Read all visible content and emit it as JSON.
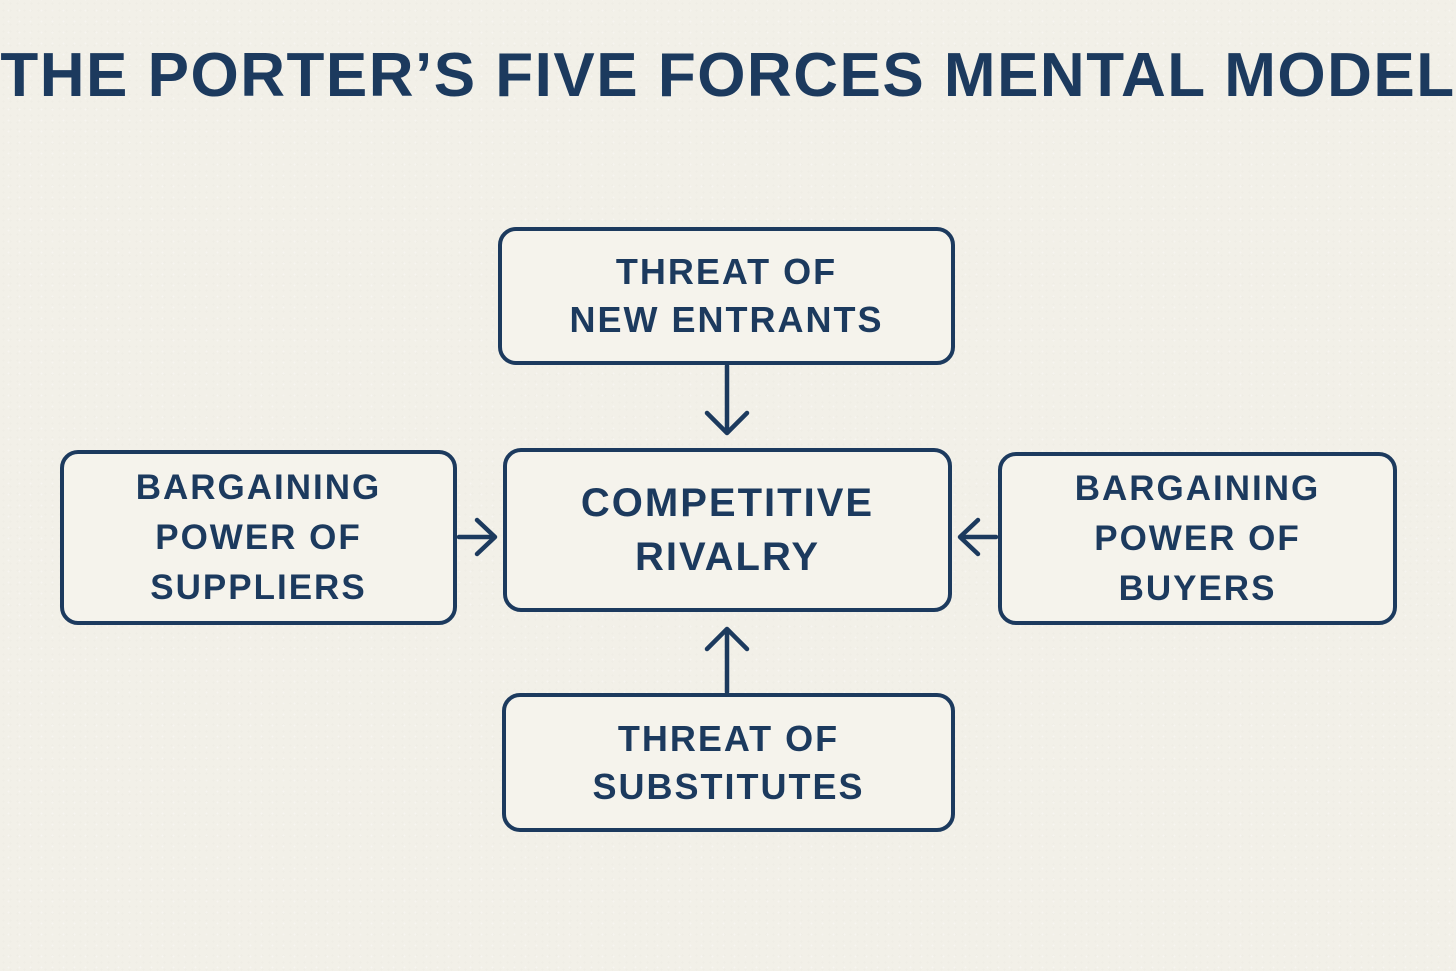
{
  "colors": {
    "background": "#f2f0e8",
    "ink": "#1c3a5e",
    "box_fill": "#f5f3ec"
  },
  "title": {
    "line1": "THE PORTER’S FIVE FORCES",
    "line2": "MENTAL MODEL"
  },
  "boxes": {
    "threat_new_entrants": {
      "line1": "THREAT OF",
      "line2": "NEW ENTRANTS"
    },
    "bargaining_suppliers": {
      "line1": "BARGAINING",
      "line2": "POWER OF",
      "line3": "SUPPLIERS"
    },
    "competitive_rivalry": {
      "line1": "COMPETITIVE",
      "line2": "RIVALRY"
    },
    "bargaining_buyers": {
      "line1": "BARGAINING",
      "line2": "POWER OF",
      "line3": "BUYERS"
    },
    "threat_substitutes": {
      "line1": "THREAT OF",
      "line2": "SUBSTITUTES"
    }
  },
  "arrows": {
    "new_entrants_to_rivalry": "down",
    "suppliers_to_rivalry": "right",
    "buyers_to_rivalry": "left",
    "substitutes_to_rivalry": "up"
  }
}
